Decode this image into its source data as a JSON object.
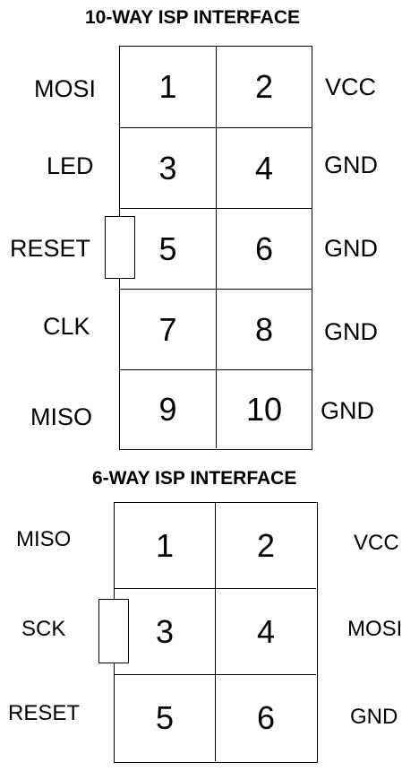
{
  "ten_way": {
    "title": "10-WAY ISP INTERFACE",
    "pins": [
      "1",
      "2",
      "3",
      "4",
      "5",
      "6",
      "7",
      "8",
      "9",
      "10"
    ],
    "left_labels": [
      "MOSI",
      "LED",
      "RESET",
      "CLK",
      "MISO"
    ],
    "right_labels": [
      "VCC",
      "GND",
      "GND",
      "GND",
      "GND"
    ]
  },
  "six_way": {
    "title": "6-WAY ISP INTERFACE",
    "pins": [
      "1",
      "2",
      "3",
      "4",
      "5",
      "6"
    ],
    "left_labels": [
      "MISO",
      "SCK",
      "RESET"
    ],
    "right_labels": [
      "VCC",
      "MOSI",
      "GND"
    ]
  }
}
